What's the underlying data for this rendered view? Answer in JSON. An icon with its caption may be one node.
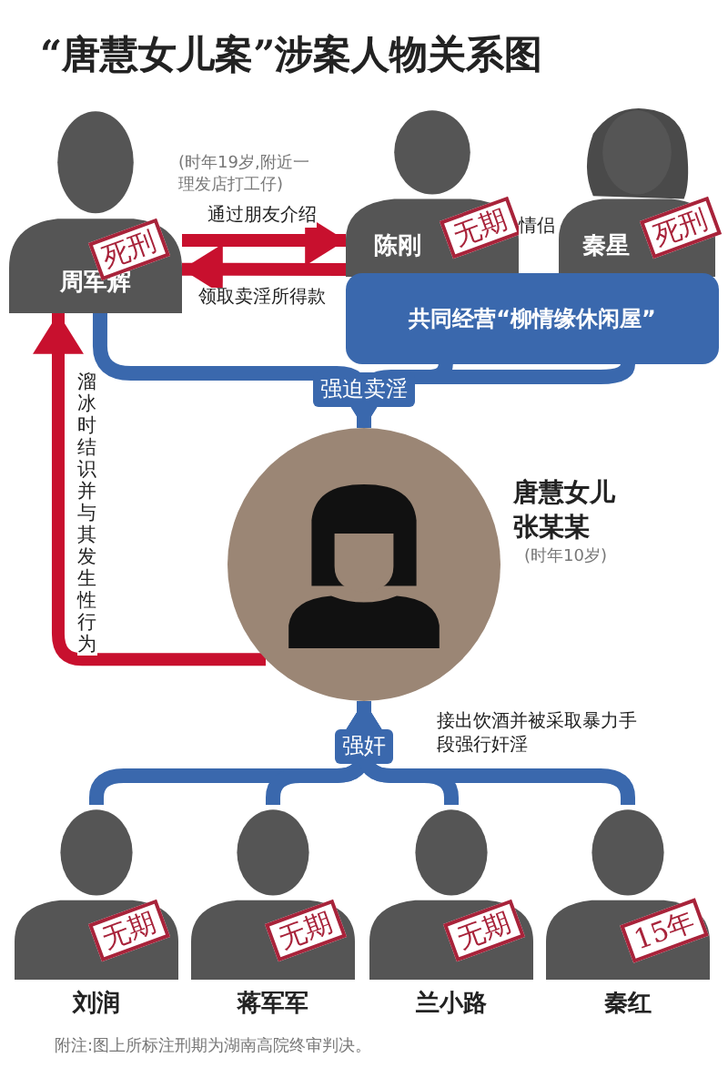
{
  "diagram": {
    "title": "“唐慧女儿案”涉案人物关系图",
    "nodes": [
      {
        "text": [
          "周军辉",
          "死刑"
        ],
        "beside": [
          "(时年19岁,附近一理发店打工仔)"
        ]
      },
      {
        "text": [
          "陈刚",
          "无期"
        ]
      },
      {
        "text": [
          "秦星",
          "死刑"
        ]
      },
      {
        "text": [
          "共同经营“柳情缘休闲屋”"
        ]
      },
      {
        "text": [],
        "shape": "circle",
        "beside": [
          "唐慧女儿张某某",
          "(时年10岁)"
        ]
      },
      {
        "text": [
          "刘润",
          "无期"
        ]
      },
      {
        "text": [
          "蒋军军",
          "无期"
        ]
      },
      {
        "text": [
          "兰小路",
          "无期"
        ]
      },
      {
        "text": [
          "秦红",
          "15年"
        ]
      }
    ],
    "edges": [
      {
        "from": 0,
        "to": 1,
        "arrow": "to",
        "label": "通过朋友介绍",
        "color": "#c8102e"
      },
      {
        "from": 1,
        "to": 0,
        "arrow": "to",
        "label": "领取卖淫所得款",
        "color": "#c8102e"
      },
      {
        "from": 0,
        "to": 4,
        "arrow": "to",
        "label": "强迫卖淫"
      },
      {
        "from": 3,
        "to": 4,
        "arrow": "to"
      },
      {
        "from": 4,
        "to": 0,
        "arrow": "to",
        "label": "溜冰时结识并与其发生性行为",
        "color": "#c8102e"
      },
      {
        "from": 5,
        "to": 4,
        "arrow": "to",
        "label": "强奸"
      },
      {
        "from": 6,
        "to": 4,
        "arrow": "to"
      },
      {
        "from": 7,
        "to": 4,
        "arrow": "to"
      },
      {
        "from": 8,
        "to": 4,
        "arrow": "to"
      }
    ],
    "labels": [
      "情侣",
      "接出饮酒并被采取暴力手段强行奸淫",
      "附注:图上所标注刑期为湖南高院终审判决。"
    ]
  }
}
